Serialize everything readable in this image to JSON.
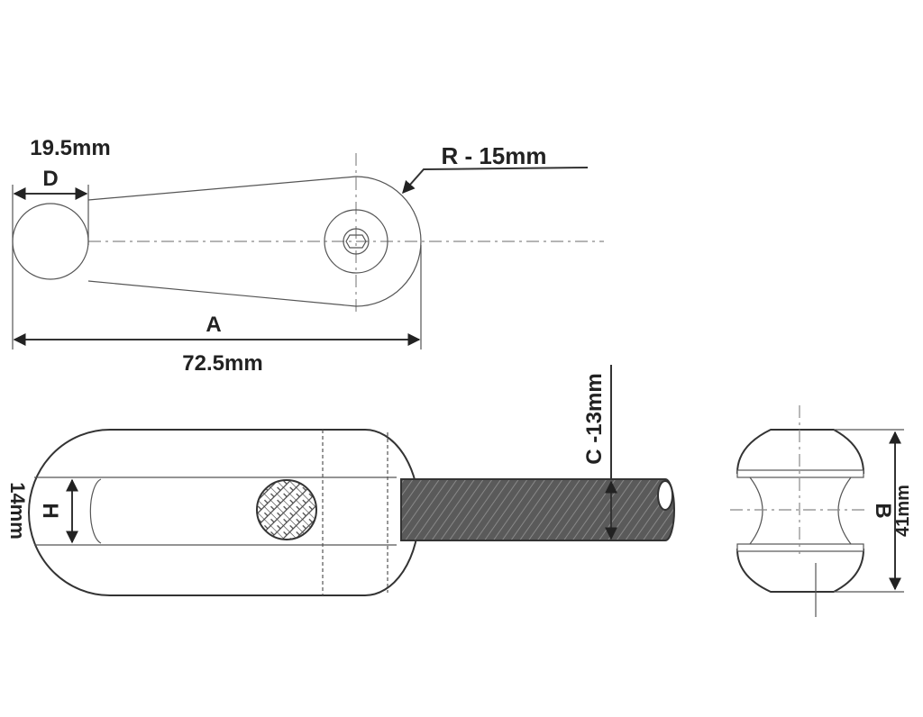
{
  "labels": {
    "d_value": "19.5mm",
    "d_letter": "D",
    "r_label": "R - 15mm",
    "a_letter": "A",
    "a_value": "72.5mm",
    "h_letter": "H",
    "h_value": "14mm",
    "c_label": "C -13mm",
    "b_letter": "B",
    "b_value": "41mm"
  },
  "colors": {
    "line": "#333333",
    "rod": "#5a5a5a"
  }
}
